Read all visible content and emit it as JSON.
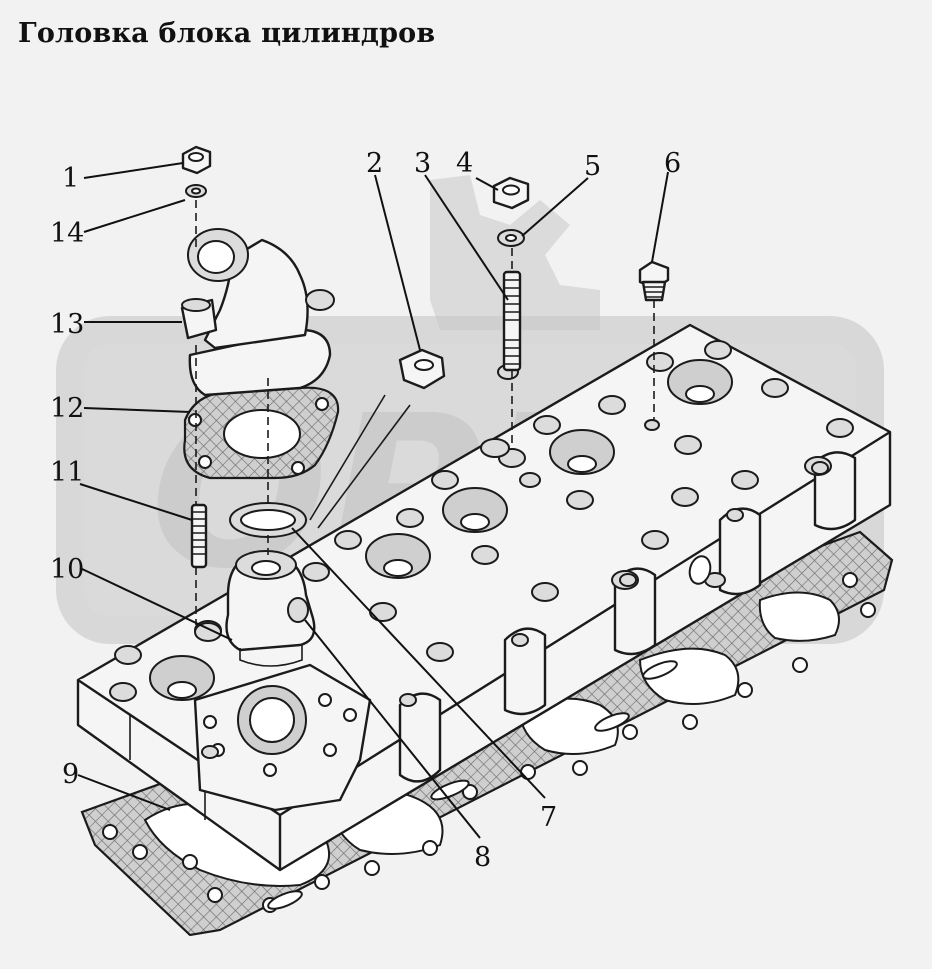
{
  "title": "Головка блока цилиндров",
  "watermark": "ОРЕХ",
  "callouts": {
    "c1": "1",
    "c2": "2",
    "c3": "3",
    "c4": "4",
    "c5": "5",
    "c6": "6",
    "c7": "7",
    "c8": "8",
    "c9": "9",
    "c10": "10",
    "c11": "11",
    "c12": "12",
    "c13": "13",
    "c14": "14"
  },
  "colors": {
    "line": "#1b1b1b",
    "background": "#f2f2f2",
    "watermark": "#c8c8c8"
  }
}
